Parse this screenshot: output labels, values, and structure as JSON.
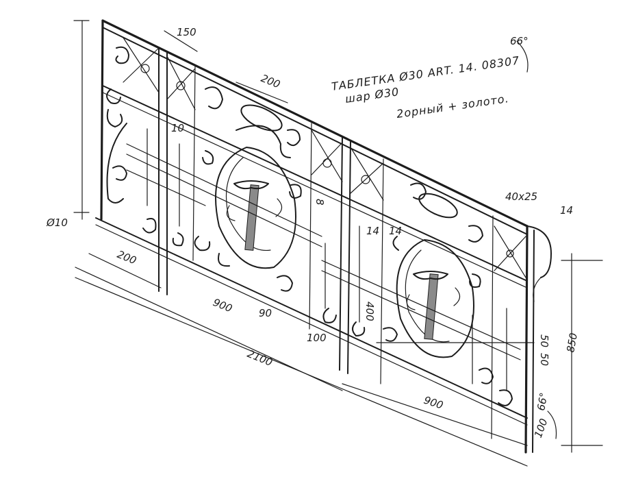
{
  "annotations": {
    "note_line1": "ТАБЛЕТКА Ø30 ART. 14. 08307",
    "note_line2": "шар  Ø30",
    "note_line3": "2орный + золото.",
    "angle_top": "66°",
    "angle_bottom": "66°",
    "dia_left": "Ø10",
    "profile": "40x25",
    "handrail_end": "14"
  },
  "dimensions": {
    "post_width": "150",
    "oval_width": "200",
    "cross_10": "10",
    "segment_200": "200",
    "panel_900_left": "900",
    "panel_900_right": "900",
    "total_2100": "2100",
    "foot_90": "90",
    "gap_100": "100",
    "gap_100_right": "100",
    "rod_8": "8",
    "rod_14_a": "14",
    "rod_14_b": "14",
    "rod_400": "400",
    "spacing_50_a": "50",
    "spacing_50_b": "50",
    "height_850": "850"
  }
}
